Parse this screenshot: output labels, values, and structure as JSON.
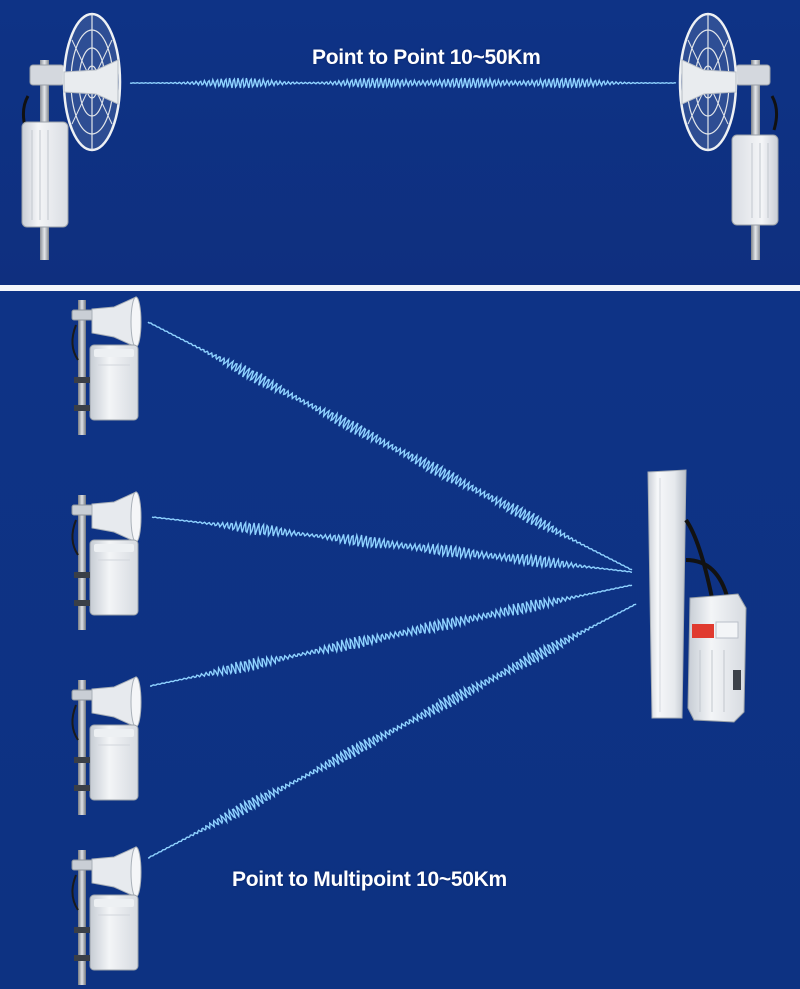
{
  "colors": {
    "background": "#0f3285",
    "wave": "#8fd2ff",
    "device": "#e8ebef",
    "divider": "#f4f6fb"
  },
  "point_to_point": {
    "title": "Point to Point 10~50Km",
    "devices": [
      "grid-dish-cpe-left",
      "grid-dish-cpe-right"
    ]
  },
  "point_to_multipoint": {
    "title": "Point to Multipoint 10~50Km",
    "base_station": "sector-antenna-base-station",
    "clients": [
      "cpe-client-1",
      "cpe-client-2",
      "cpe-client-3",
      "cpe-client-4"
    ]
  }
}
